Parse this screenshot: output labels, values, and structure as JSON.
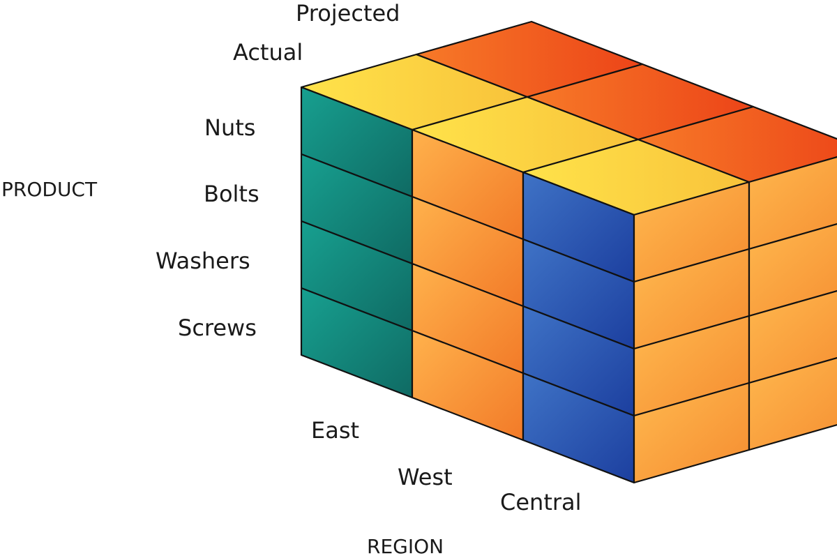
{
  "axes": {
    "product_title": "PRODUCT",
    "region_title": "REGION"
  },
  "measures": [
    "Actual",
    "Projected"
  ],
  "products": [
    "Nuts",
    "Bolts",
    "Washers",
    "Screws"
  ],
  "regions": [
    "East",
    "West",
    "Central"
  ],
  "colors": {
    "actual_top": "#ffd93b",
    "projected_top": "#f2581f",
    "east_face": "#13857a",
    "west_face": "#f7a03c",
    "central_face": "#2e5fb6",
    "side_face": "#f8a23e",
    "outline": "#111111"
  }
}
